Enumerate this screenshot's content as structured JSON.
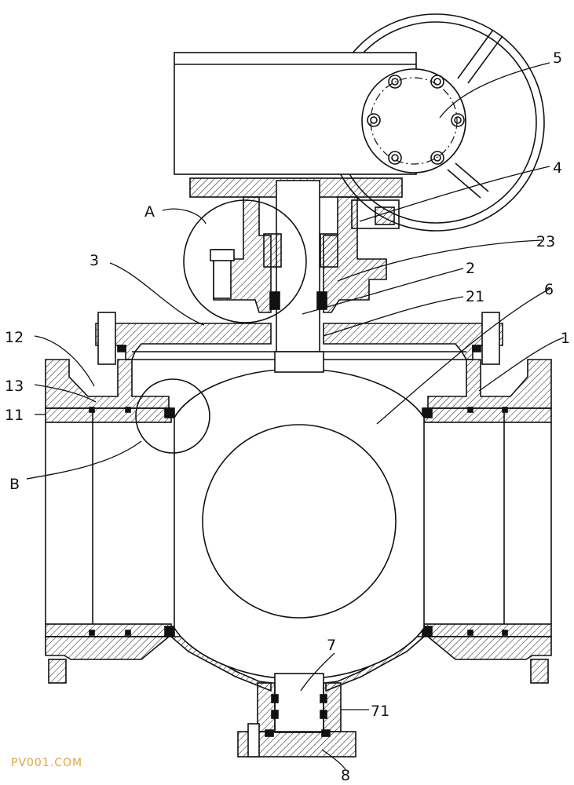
{
  "labels": {
    "l5": "5",
    "l4": "4",
    "lA": "A",
    "l23": "23",
    "l3": "3",
    "l2": "2",
    "l21": "21",
    "l6": "6",
    "l1": "1",
    "l12": "12",
    "l13": "13",
    "l11": "11",
    "lB": "B",
    "l7": "7",
    "l71": "71",
    "l8": "8"
  },
  "watermark": "PV001.COM",
  "colors": {
    "line": "#111111",
    "hatch": "#111111",
    "watermark": "#e0a63a"
  }
}
